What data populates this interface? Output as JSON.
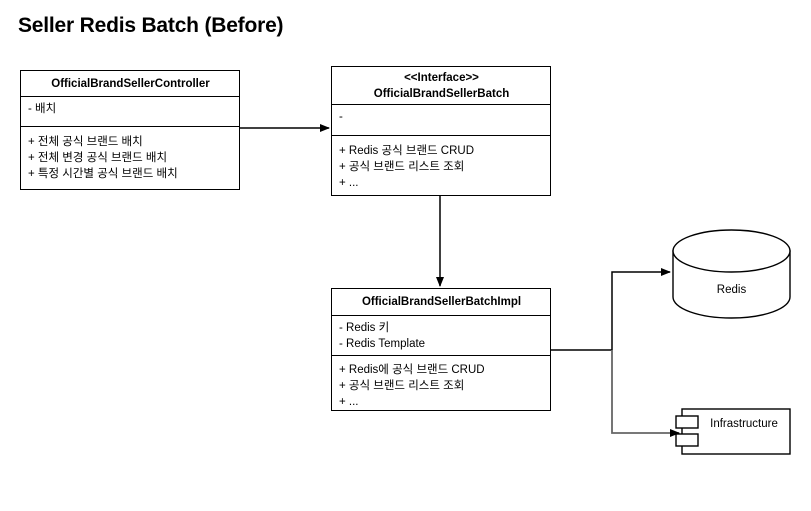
{
  "page": {
    "title": "Seller Redis Batch (Before)",
    "background_color": "#ffffff",
    "stroke_color": "#000000",
    "secondary_stroke_color": "#666666"
  },
  "classes": [
    {
      "key": "controller",
      "name": "OfficialBrandSellerController",
      "stereotype": "",
      "attributes": [
        "- 배치"
      ],
      "methods": [
        "+ 전체 공식 브랜드 배치",
        "+ 전체 변경 공식 브랜드 배치",
        "+ 특정 시간별 공식 브랜드 배치"
      ]
    },
    {
      "key": "interface",
      "name": "OfficialBrandSellerBatch",
      "stereotype": "<<Interface>>",
      "attributes": [
        "-"
      ],
      "methods": [
        "+ Redis 공식 브랜드 CRUD",
        "+ 공식 브랜드 리스트 조회",
        "+ ..."
      ]
    },
    {
      "key": "impl",
      "name": "OfficialBrandSellerBatchImpl",
      "stereotype": "",
      "attributes": [
        "- Redis 키",
        "- Redis Template"
      ],
      "methods": [
        "+ Redis에 공식 브랜드 CRUD",
        "+ 공식 브랜드 리스트 조회",
        "+ ..."
      ]
    }
  ],
  "nodes": {
    "database": {
      "label": "Redis",
      "shape": "cylinder"
    },
    "component": {
      "label": "Infrastructure",
      "shape": "component"
    }
  }
}
